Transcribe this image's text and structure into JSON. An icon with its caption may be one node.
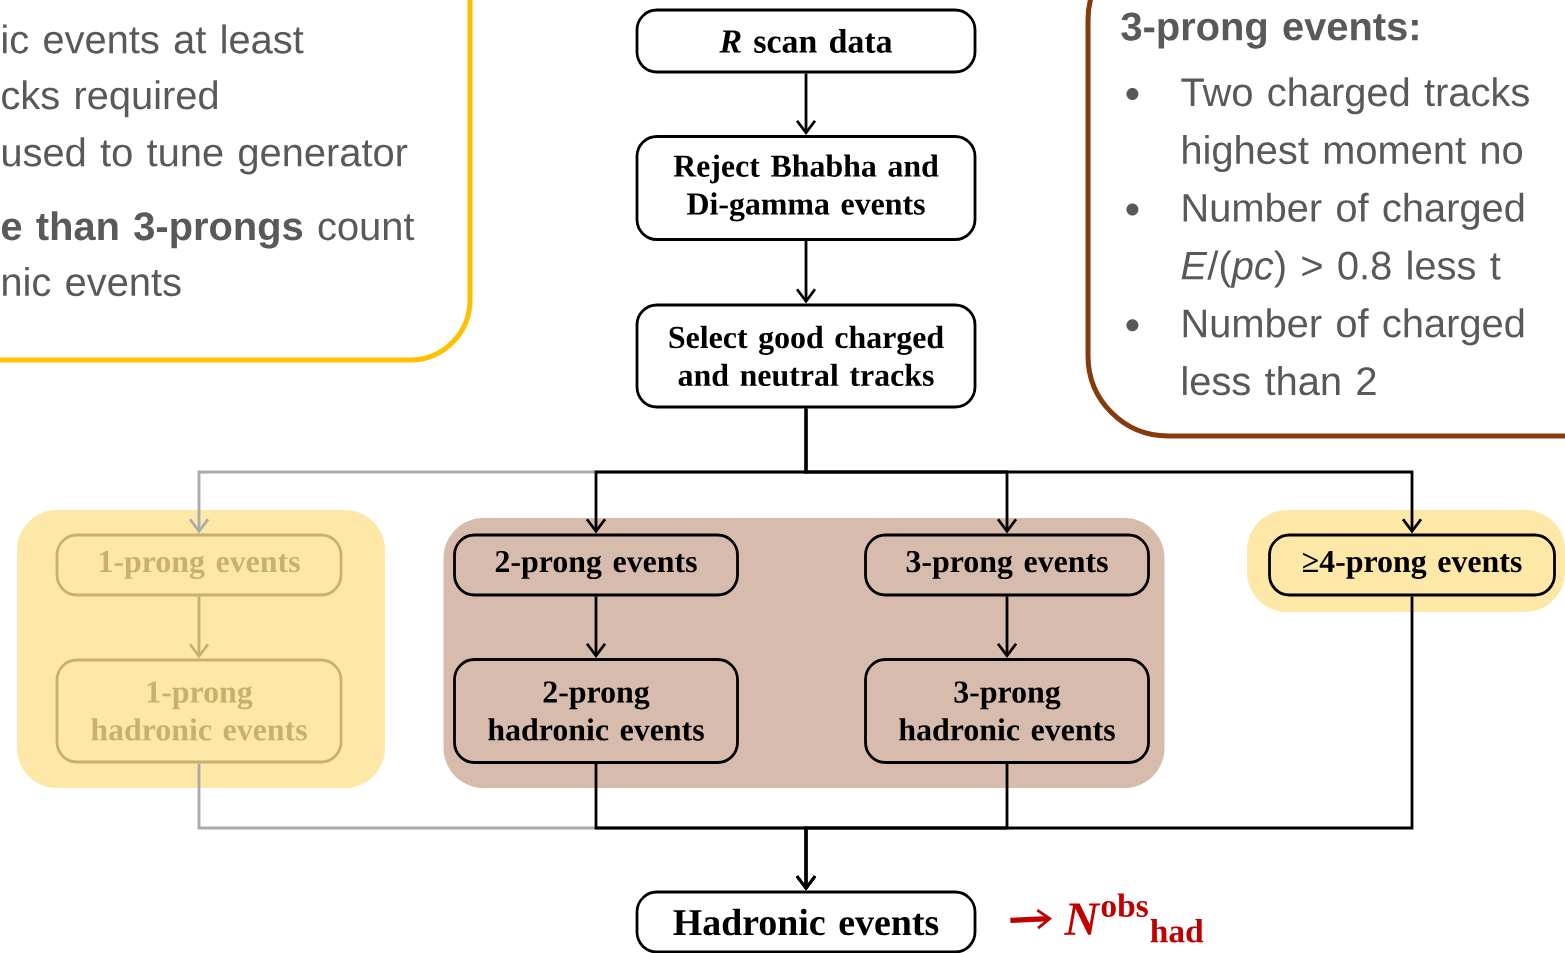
{
  "diagram": {
    "nodes": [
      {
        "text": [
          "ic events at least cks required",
          "used to tune generator",
          "**e than 3-prongs** count nic events"
        ]
      },
      {
        "text": [
          "3-prong events:",
          "Two charged tracks highest moment no",
          "Number of charged *E*/(*pc*) > 0.8 less t",
          "Number of charged less than 2"
        ]
      },
      {
        "text": [
          "*R* scan data"
        ]
      },
      {
        "text": [
          "Reject Bhabha and Di-gamma events"
        ]
      },
      {
        "text": [
          "Select good charged and neutral tracks"
        ]
      },
      {
        "text": [],
        "shape": "box"
      },
      {
        "text": [
          "1-prong events"
        ],
        "in": 5
      },
      {
        "text": [
          "1-prong hadronic events"
        ],
        "in": 5
      },
      {
        "text": [],
        "shape": "box"
      },
      {
        "text": [
          "2-prong events"
        ],
        "in": 8
      },
      {
        "text": [
          "2-prong hadronic events"
        ],
        "in": 8
      },
      {
        "text": [
          "3-prong events"
        ],
        "in": 8
      },
      {
        "text": [
          "3-prong hadronic events"
        ],
        "in": 8
      },
      {
        "text": [],
        "shape": "box"
      },
      {
        "text": [
          "≥4-prong events"
        ],
        "in": 13
      },
      {
        "text": [
          "Hadronic events"
        ]
      },
      {
        "text": [
          "*N*$^{obs}$$_{had}$"
        ]
      }
    ],
    "edges": [
      {
        "from": 2,
        "to": 3,
        "arrow": "to"
      },
      {
        "from": 3,
        "to": 4,
        "arrow": "to"
      },
      {
        "from": 4,
        "to": 6,
        "arrow": "to",
        "color": "#aaaaaa"
      },
      {
        "from": 4,
        "to": 9,
        "arrow": "to"
      },
      {
        "from": 4,
        "to": 11,
        "arrow": "to"
      },
      {
        "from": 4,
        "to": 14,
        "arrow": "to"
      },
      {
        "from": 6,
        "to": 7,
        "arrow": "to",
        "color": "#c8b06e"
      },
      {
        "from": 9,
        "to": 10,
        "arrow": "to"
      },
      {
        "from": 11,
        "to": 12,
        "arrow": "to"
      },
      {
        "from": 7,
        "to": 15,
        "arrow": "to",
        "color": "#aaaaaa"
      },
      {
        "from": 10,
        "to": 15,
        "arrow": "to"
      },
      {
        "from": 12,
        "to": 15,
        "arrow": "to"
      },
      {
        "from": 14,
        "to": 15,
        "arrow": "to"
      },
      {
        "from": 15,
        "to": 16,
        "arrow": "to",
        "style": "thick",
        "color": "#c00000"
      }
    ]
  }
}
